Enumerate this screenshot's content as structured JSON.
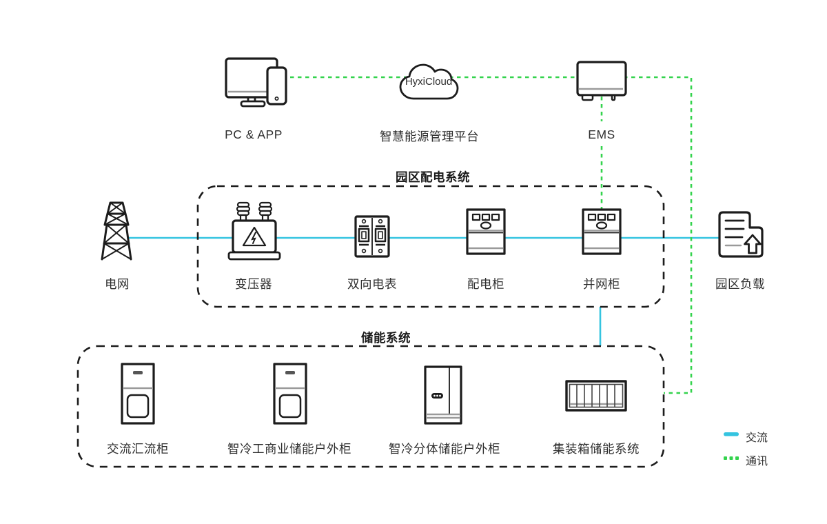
{
  "colors": {
    "ac": "#35C4E0",
    "comm": "#34D34D",
    "stroke": "#1C1C1C",
    "gray": "#9A9A9A",
    "text": "#2E2E2E"
  },
  "top_row": {
    "pc_app": {
      "label": "PC & APP",
      "icon": "monitor-phone-icon"
    },
    "platform": {
      "label": "智慧能源管理平台",
      "cloud_text": "HyxiCloud",
      "icon": "cloud-icon"
    },
    "ems": {
      "label": "EMS",
      "icon": "ems-box-icon"
    }
  },
  "distribution_system": {
    "title": "园区配电系统",
    "grid": {
      "label": "电网",
      "icon": "transmission-tower-icon"
    },
    "transformer": {
      "label": "变压器",
      "icon": "transformer-icon"
    },
    "meter": {
      "label": "双向电表",
      "icon": "bidirectional-meter-icon"
    },
    "distribution_cabinet": {
      "label": "配电柜",
      "icon": "power-cabinet-icon"
    },
    "grid_connection_cabinet": {
      "label": "并网柜",
      "icon": "power-cabinet-icon"
    },
    "load": {
      "label": "园区负载",
      "icon": "load-document-icon"
    }
  },
  "storage_system": {
    "title": "储能系统",
    "ac_combiner": {
      "label": "交流汇流柜",
      "icon": "storage-cabinet-icon"
    },
    "commercial_storage": {
      "label": "智冷工商业储能户外柜",
      "icon": "storage-cabinet-icon"
    },
    "split_storage": {
      "label": "智冷分体储能户外柜",
      "icon": "split-cabinet-icon"
    },
    "container_storage": {
      "label": "集装箱储能系统",
      "icon": "container-icon"
    }
  },
  "legend": {
    "ac": {
      "label": "交流",
      "swatch": "solid-cyan-line"
    },
    "comm": {
      "label": "通讯",
      "swatch": "dotted-green-line"
    }
  }
}
